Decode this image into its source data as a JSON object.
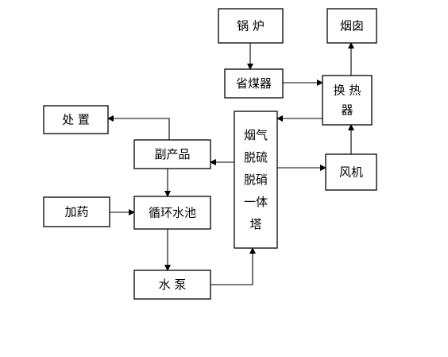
{
  "nodes": {
    "boiler": "锅    炉",
    "chimney": "烟囱",
    "economizer": "省煤器",
    "heat_exchanger": "换  热\n器",
    "disposal": "处  置",
    "tower": "烟气\n脱硫\n脱硝\n一体\n塔",
    "byproduct": "副产品",
    "fan": "风机",
    "dosing": "加药",
    "circulating_pool": "循环水池",
    "pump": "水    泵"
  },
  "edges": [
    {
      "from": "boiler",
      "to": "economizer"
    },
    {
      "from": "economizer",
      "to": "heat_exchanger"
    },
    {
      "from": "heat_exchanger",
      "to": "chimney"
    },
    {
      "from": "heat_exchanger",
      "to": "tower"
    },
    {
      "from": "tower",
      "to": "fan"
    },
    {
      "from": "fan",
      "to": "heat_exchanger"
    },
    {
      "from": "tower",
      "to": "byproduct"
    },
    {
      "from": "byproduct",
      "to": "disposal"
    },
    {
      "from": "byproduct",
      "to": "circulating_pool"
    },
    {
      "from": "dosing",
      "to": "circulating_pool"
    },
    {
      "from": "circulating_pool",
      "to": "pump"
    },
    {
      "from": "pump",
      "to": "tower"
    }
  ]
}
